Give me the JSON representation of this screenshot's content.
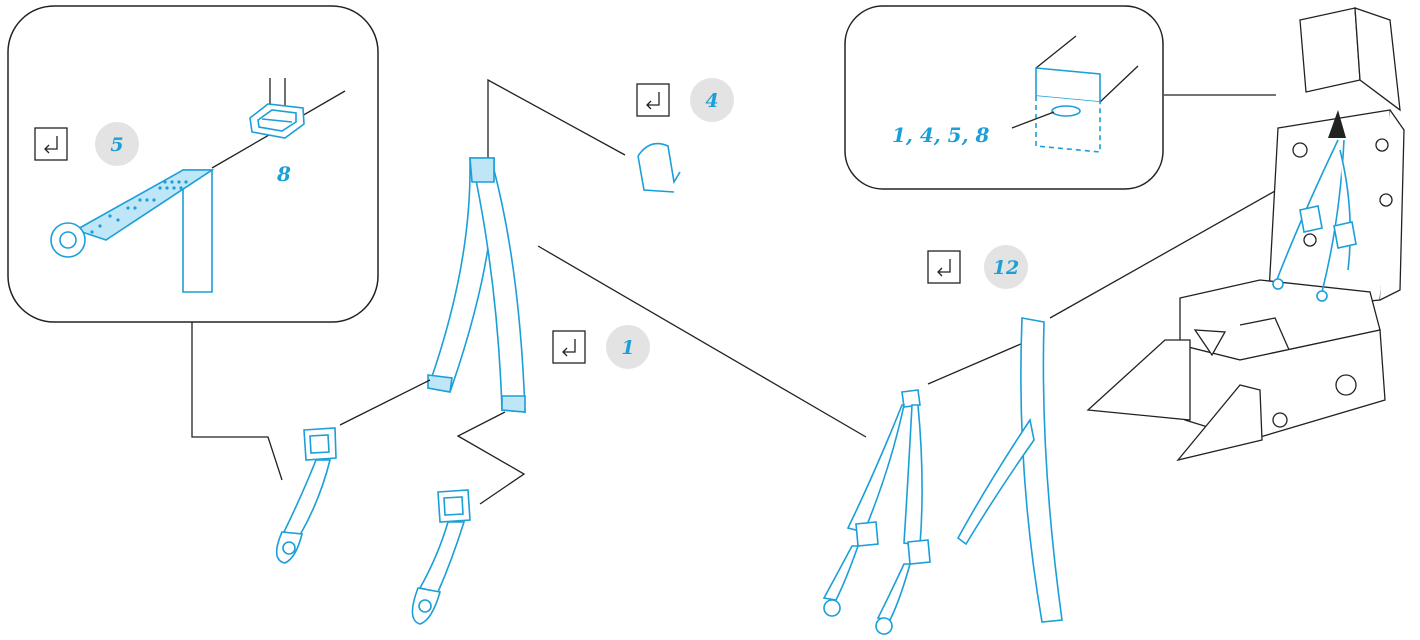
{
  "steps": [
    {
      "number": "5",
      "icon": "bend-arrow-icon"
    },
    {
      "number": "4",
      "icon": "bend-arrow-icon"
    },
    {
      "number": "1",
      "icon": "bend-arrow-icon"
    },
    {
      "number": "12",
      "icon": "bend-arrow-icon"
    }
  ],
  "part_labels": {
    "buckle_part": "8",
    "slot_parts": "1, 4, 5, 8"
  },
  "colors": {
    "accent": "#1a9fd9",
    "strap_fill": "#bfe6f7",
    "line": "#222222",
    "badge": "#e3e3e3"
  }
}
